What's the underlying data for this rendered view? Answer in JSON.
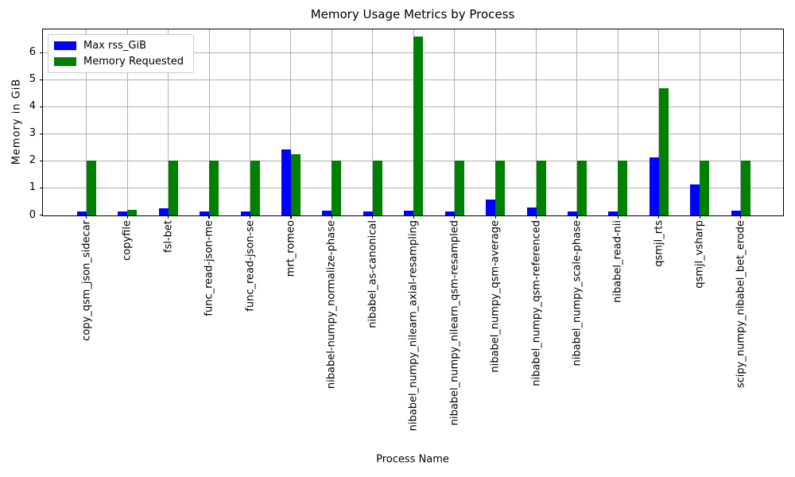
{
  "chart_data": {
    "type": "bar",
    "title": "Memory Usage Metrics by Process",
    "xlabel": "Process Name",
    "ylabel": "Memory in GiB",
    "ylim": [
      0,
      6.88
    ],
    "yticks": [
      0,
      1,
      2,
      3,
      4,
      5,
      6
    ],
    "grid": true,
    "legend_position": "upper-left",
    "categories": [
      "copy_qsm_json_sidecar",
      "copyfile",
      "fsl-bet",
      "func_read-json-me",
      "func_read-json-se",
      "mrt_romeo",
      "nibabel-numpy_normalize-phase",
      "nibabel_as-canonical",
      "nibabel_numpy_nilearn_axial-resampling",
      "nibabel_numpy_nilearn_qsm-resampled",
      "nibabel_numpy_qsm-average",
      "nibabel_numpy_qsm-referenced",
      "nibabel_numpy_scale-phase",
      "nibabel_read-nii",
      "qsmjl_rts",
      "qsmjl_vsharp",
      "scipy_numpy_nibabel_bet_erode"
    ],
    "series": [
      {
        "name": "Max rss_GiB",
        "color": "#0000ff",
        "values": [
          0.14,
          0.14,
          0.25,
          0.14,
          0.14,
          2.42,
          0.16,
          0.14,
          0.15,
          0.14,
          0.57,
          0.27,
          0.13,
          0.14,
          2.12,
          1.12,
          0.17
        ]
      },
      {
        "name": "Memory Requested",
        "color": "#008000",
        "values": [
          2.0,
          0.2,
          2.0,
          2.0,
          2.0,
          2.26,
          2.0,
          2.0,
          6.6,
          2.0,
          2.0,
          2.0,
          2.0,
          2.0,
          4.7,
          2.0,
          2.0
        ]
      }
    ]
  },
  "colors": {
    "grid": "#b0b0b0",
    "spine": "#000000",
    "legend_border": "#cccccc",
    "background": "#ffffff"
  }
}
